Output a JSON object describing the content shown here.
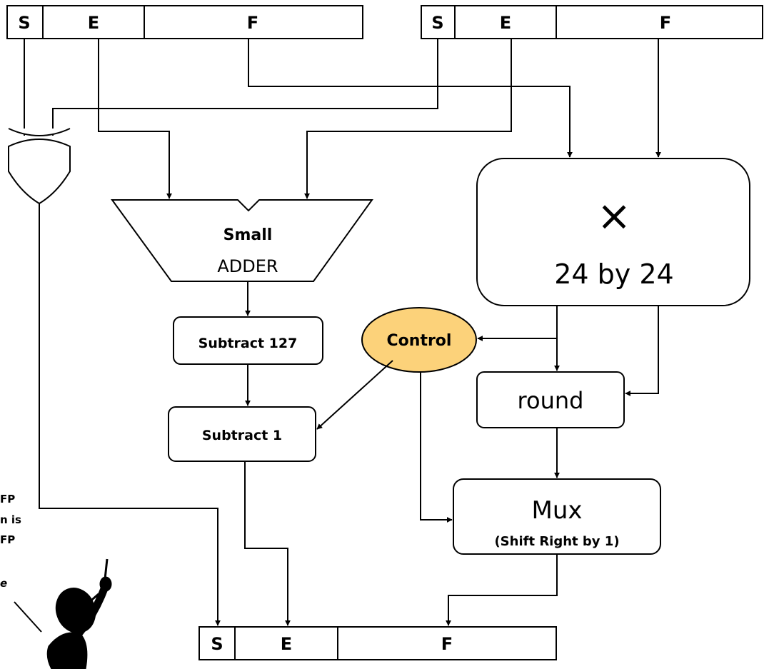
{
  "input_a": {
    "s": "S",
    "e": "E",
    "f": "F"
  },
  "input_b": {
    "s": "S",
    "e": "E",
    "f": "F"
  },
  "output": {
    "s": "S",
    "e": "E",
    "f": "F"
  },
  "adder": {
    "line1": "Small",
    "line2": "ADDER"
  },
  "multiplier": {
    "symbol": "×",
    "label": "24 by 24"
  },
  "subtract127": "Subtract 127",
  "subtract1": "Subtract 1",
  "control": {
    "label": "Control",
    "fill": "#fcd27a"
  },
  "round": "round",
  "mux": {
    "label": "Mux",
    "sub": "(Shift Right by 1)"
  },
  "side_text": {
    "line1": "FP",
    "line2": "n is",
    "line3": "FP",
    "line4": "e"
  }
}
